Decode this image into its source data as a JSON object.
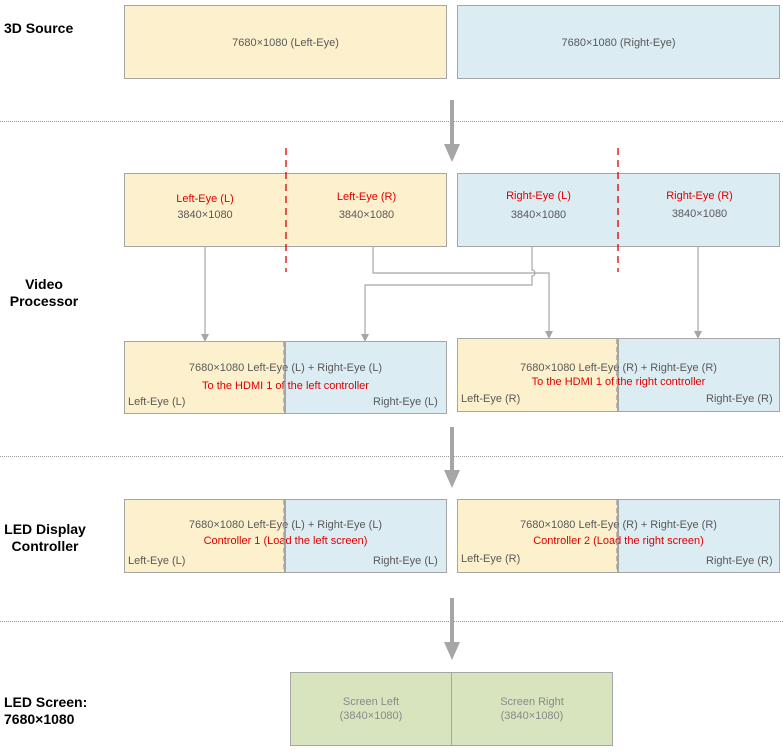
{
  "sections": {
    "source": "3D Source",
    "processor_line1": "Video",
    "processor_line2": "Processor",
    "controller_line1": "LED Display",
    "controller_line2": "Controller",
    "screen_line1": "LED Screen:",
    "screen_line2": "7680×1080"
  },
  "source": {
    "left": "7680×1080 (Left-Eye)",
    "right": "7680×1080 (Right-Eye)"
  },
  "split": {
    "left_l_title": "Left-Eye (L)",
    "left_l_res": "3840×1080",
    "left_r_title": "Left-Eye (R)",
    "left_r_res": "3840×1080",
    "right_l_title": "Right-Eye (L)",
    "right_l_res": "3840×1080",
    "right_r_title": "Right-Eye (R)",
    "right_r_res": "3840×1080"
  },
  "combined": {
    "left_main": "7680×1080 Left-Eye (L) + Right-Eye (L)",
    "left_note": "To the HDMI 1 of the left controller",
    "left_a": "Left-Eye (L)",
    "left_b": "Right-Eye (L)",
    "right_main": "7680×1080 Left-Eye (R) + Right-Eye (R)",
    "right_note": "To the HDMI 1 of the right controller",
    "right_a": "Left-Eye (R)",
    "right_b": "Right-Eye (R)"
  },
  "controllers": {
    "c1_main": "7680×1080 Left-Eye (L) + Right-Eye (L)",
    "c1_note": "Controller 1 (Load the left screen)",
    "c1_a": "Left-Eye (L)",
    "c1_b": "Right-Eye (L)",
    "c2_main": "7680×1080 Left-Eye (R) + Right-Eye (R)",
    "c2_note": "Controller 2 (Load the right screen)",
    "c2_a": "Left-Eye (R)",
    "c2_b": "Right-Eye (R)"
  },
  "screen": {
    "left_title": "Screen Left",
    "left_res": "(3840×1080)",
    "right_title": "Screen Right",
    "right_res": "(3840×1080)"
  },
  "colors": {
    "left_eye_fill": "#fdf0cc",
    "right_eye_fill": "#dbecf3",
    "screen_fill": "#d8e4bd",
    "annotation_red": "#e00000",
    "connector_gray": "#a6a6a6"
  }
}
